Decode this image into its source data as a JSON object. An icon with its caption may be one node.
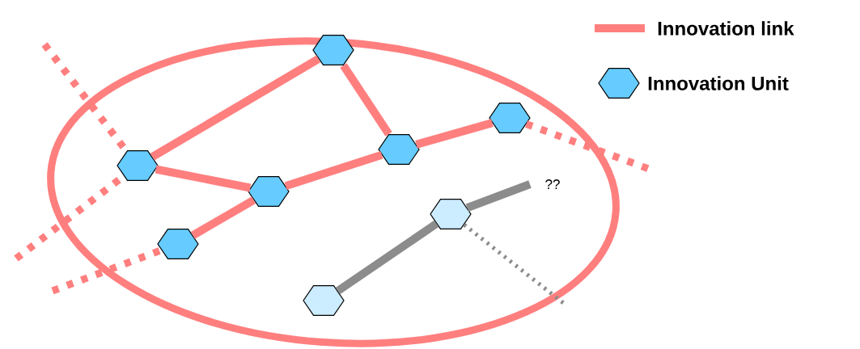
{
  "diagram": {
    "nodes": [
      {
        "text": [],
        "shape": "ellipse"
      },
      {
        "text": [],
        "shape": "hexagon",
        "in": 0
      },
      {
        "text": [],
        "shape": "hexagon",
        "in": 0
      },
      {
        "text": [],
        "shape": "hexagon",
        "in": 0
      },
      {
        "text": [],
        "shape": "hexagon",
        "in": 0
      },
      {
        "text": [],
        "shape": "hexagon",
        "in": 0
      },
      {
        "text": [],
        "shape": "hexagon",
        "in": 0
      },
      {
        "text": [],
        "shape": "hexagon",
        "in": 0
      },
      {
        "text": [],
        "shape": "hexagon",
        "in": 0
      }
    ],
    "edges": [
      {
        "from": 2,
        "to": 1,
        "arrow": "none"
      },
      {
        "from": 1,
        "to": 4,
        "arrow": "none"
      },
      {
        "from": 2,
        "to": 5,
        "arrow": "none"
      },
      {
        "from": 5,
        "to": 4,
        "arrow": "none"
      },
      {
        "from": 4,
        "to": 3,
        "arrow": "none"
      },
      {
        "from": 6,
        "to": 5,
        "arrow": "none"
      },
      {
        "from": 3,
        "to": null,
        "arrow": "none",
        "style": "dashed"
      },
      {
        "from": null,
        "to": 2,
        "arrow": "none",
        "style": "dashed"
      },
      {
        "from": null,
        "to": 2,
        "arrow": "none",
        "style": "dashed"
      },
      {
        "from": null,
        "to": 6,
        "arrow": "none",
        "style": "dashed"
      },
      {
        "from": 8,
        "to": 7,
        "arrow": "none",
        "color": "#8c8c8c"
      },
      {
        "from": 7,
        "to": null,
        "arrow": "none",
        "color": "#8c8c8c"
      },
      {
        "from": 7,
        "to": null,
        "arrow": "none",
        "style": "dashed",
        "color": "#8c8c8c"
      }
    ],
    "labels": [
      "??"
    ],
    "legend": [
      {
        "text": "Innovation link"
      },
      {
        "text": "Innovation Unit"
      }
    ]
  }
}
